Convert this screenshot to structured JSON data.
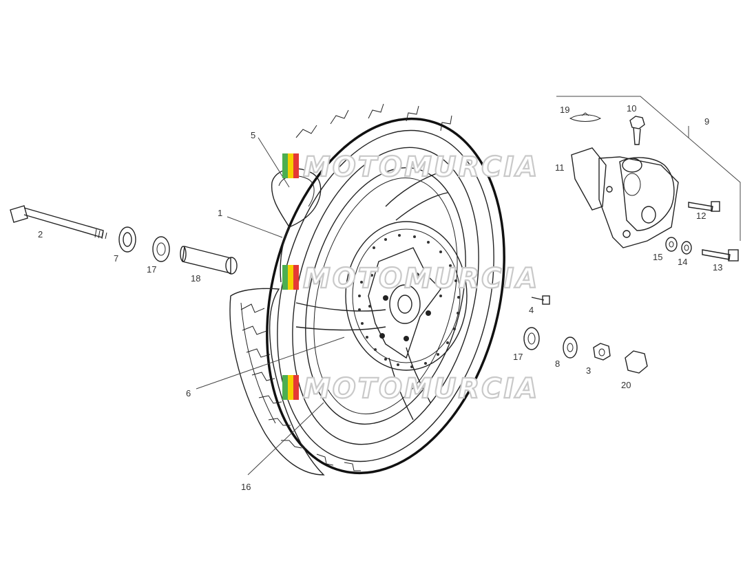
{
  "watermark": "MOTOMURCIA",
  "brand_colors": {
    "flag_green": "#4caf50",
    "flag_yellow": "#f5d000",
    "flag_red": "#e53935"
  },
  "callouts": [
    {
      "id": "c1",
      "text": "1"
    },
    {
      "id": "c2",
      "text": "2"
    },
    {
      "id": "c3",
      "text": "3"
    },
    {
      "id": "c4",
      "text": "4"
    },
    {
      "id": "c5",
      "text": "5"
    },
    {
      "id": "c6",
      "text": "6"
    },
    {
      "id": "c7",
      "text": "7"
    },
    {
      "id": "c8",
      "text": "8"
    },
    {
      "id": "c9",
      "text": "9"
    },
    {
      "id": "c10",
      "text": "10"
    },
    {
      "id": "c11",
      "text": "11"
    },
    {
      "id": "c12",
      "text": "12"
    },
    {
      "id": "c13",
      "text": "13"
    },
    {
      "id": "c14",
      "text": "14"
    },
    {
      "id": "c15",
      "text": "15"
    },
    {
      "id": "c16",
      "text": "16"
    },
    {
      "id": "c17a",
      "text": "17"
    },
    {
      "id": "c17b",
      "text": "17"
    },
    {
      "id": "c18",
      "text": "18"
    },
    {
      "id": "c19",
      "text": "19"
    },
    {
      "id": "c20",
      "text": "20"
    }
  ]
}
